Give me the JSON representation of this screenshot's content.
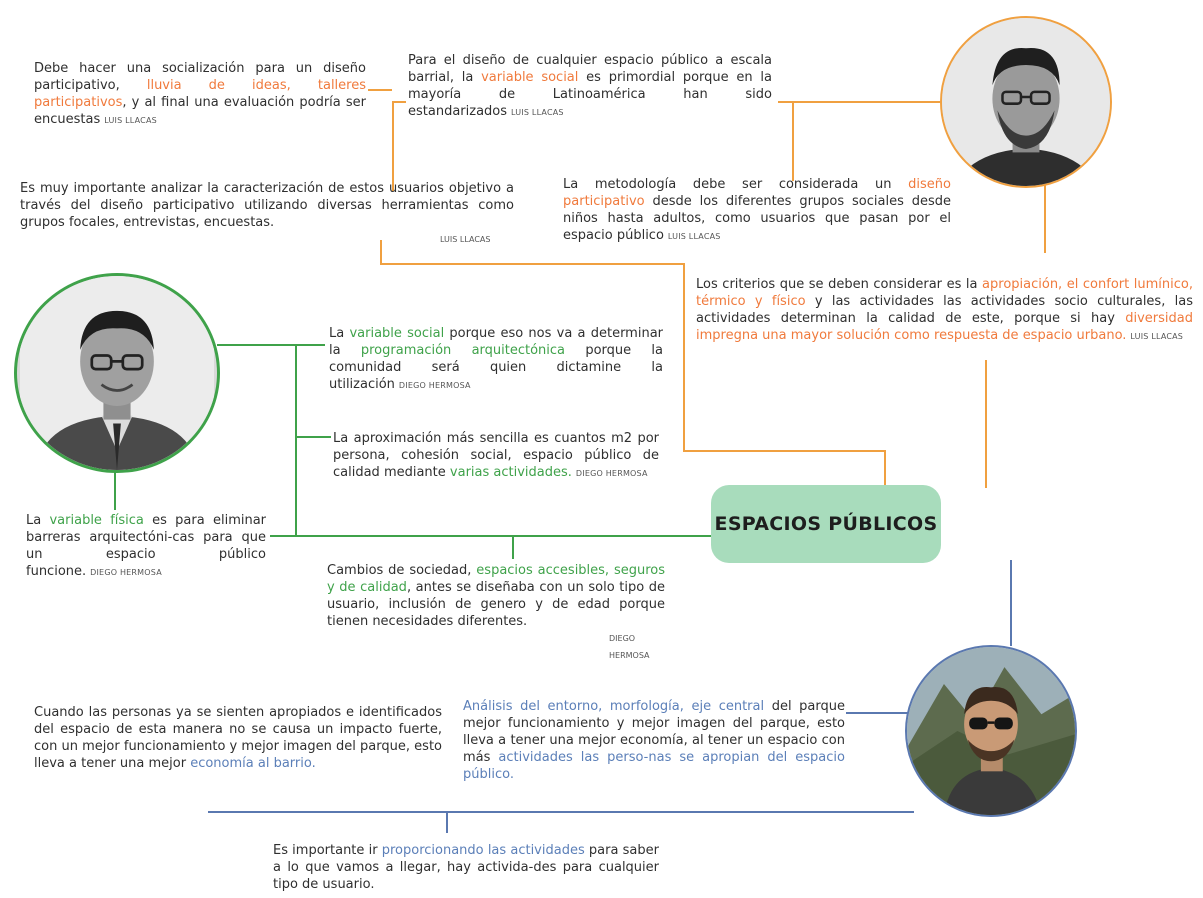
{
  "center": {
    "title": "ESPACIOS PÚBLICOS"
  },
  "colors": {
    "orange": "#f0a040",
    "green": "#3fa24a",
    "blue": "#5a78b0",
    "center_fill": "#a8dcbc"
  },
  "avatars": {
    "luis": "portrait-photo-luis",
    "diego": "portrait-photo-diego",
    "third": "portrait-photo-mountain"
  },
  "quotes": {
    "socializacion": {
      "t1": "Debe hacer una socialización para un diseño participativo, ",
      "h1": "lluvia de ideas, talleres participativos",
      "t2": ", y al final una evaluación podría ser encuestas",
      "author": "LUIS LLACAS"
    },
    "variable_social_top": {
      "t1": "Para el diseño de cualquier espacio público a escala barrial,  la ",
      "h1": "variable social",
      "t2": " es primordial porque en la mayoría de Latinoamérica han sido estandarizados",
      "author": "LUIS LLACAS"
    },
    "caracterizacion": {
      "t1": "Es muy importante analizar la caracterización de estos usuarios objetivo a través del diseño participativo utilizando diversas herramientas como grupos focales, entrevistas, encuestas.",
      "author": "LUIS LLACAS"
    },
    "metodologia": {
      "t1": "La metodología debe ser considerada un ",
      "h1": "diseño participativo",
      "t2": " desde los diferentes grupos sociales desde niños hasta adultos, como usuarios que pasan por el espacio público",
      "author": "LUIS LLACAS"
    },
    "criterios": {
      "t1": "Los criterios que se deben considerar es la ",
      "h1": "apropiación, el confort lumínico, térmico y físico",
      "t2": " y las actividades las actividades socio culturales, las actividades determinan la calidad de este, porque si hay ",
      "h2": "diversidad impregna una mayor solución como respuesta de espacio urbano.",
      "author": "LUIS LLACAS"
    },
    "variable_social_diego": {
      "t1": "La ",
      "h1": "variable social",
      "t2": " porque eso nos va a determinar la ",
      "h2": "programación arquitectónica",
      "t3": " porque la comunidad será quien dictamine la utilización",
      "author": "DIEGO HERMOSA"
    },
    "aproximacion": {
      "t1": "La aproximación más sencilla es cuantos m2 por persona, cohesión social, espacio público de calidad mediante ",
      "h1": "varias actividades.",
      "author": "DIEGO HERMOSA"
    },
    "variable_fisica": {
      "t1": "La ",
      "h1": "variable física",
      "t2": " es para eliminar barreras arquitectóni-cas para que un espacio público funcione.",
      "author": "DIEGO HERMOSA"
    },
    "cambios": {
      "t1": "Cambios de sociedad, ",
      "h1": "espacios accesibles, seguros y de calidad",
      "t2": ", antes se diseñaba con un solo tipo de usuario, inclusión de genero y de edad porque tienen necesidades diferentes.",
      "author": "DIEGO HERMOSA"
    },
    "apropiados": {
      "t1": "Cuando las personas ya se sienten apropiados e identificados del espacio de esta manera no se causa un impacto fuerte, con un mejor funcionamiento y mejor imagen del parque, esto lleva a tener una mejor ",
      "h1": "economía al barrio."
    },
    "analisis": {
      "h1": "Análisis del entorno, morfología, eje central",
      "t1": " del parque mejor funcionamiento y mejor imagen del parque, esto lleva a tener una mejor economía, al tener un espacio con más ",
      "h2": "actividades las perso-nas se apropian del espacio público."
    },
    "proporcionando": {
      "t1": "Es importante ir ",
      "h1": "proporcionando las actividades",
      "t2": " para saber a lo que vamos a llegar, hay activida-des para cualquier tipo de usuario."
    }
  }
}
